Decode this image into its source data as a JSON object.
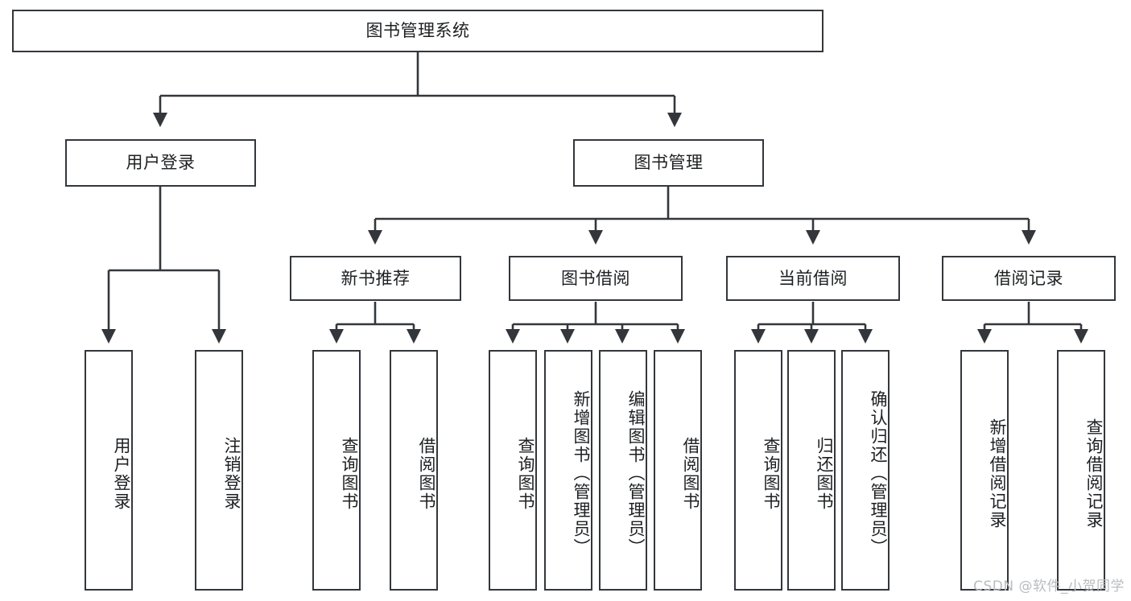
{
  "diagram": {
    "type": "tree-hierarchy",
    "title_node": {
      "label": "图书管理系统"
    },
    "level2": [
      {
        "id": "user-login",
        "label": "用户登录"
      },
      {
        "id": "book-manage",
        "label": "图书管理"
      }
    ],
    "level3": [
      {
        "id": "new-book-recommend",
        "label": "新书推荐",
        "parent": "book-manage"
      },
      {
        "id": "book-borrow",
        "label": "图书借阅",
        "parent": "book-manage"
      },
      {
        "id": "current-borrow",
        "label": "当前借阅",
        "parent": "book-manage"
      },
      {
        "id": "borrow-record",
        "label": "借阅记录",
        "parent": "book-manage"
      }
    ],
    "leaves": {
      "user_login": [
        {
          "id": "leaf-user-login",
          "label": "用户登录"
        },
        {
          "id": "leaf-logout-login",
          "label": "注销登录"
        }
      ],
      "new_book_recommend": [
        {
          "id": "leaf-query-book-1",
          "label": "查询图书"
        },
        {
          "id": "leaf-borrow-book-1",
          "label": "借阅图书"
        }
      ],
      "book_borrow": [
        {
          "id": "leaf-query-book-2",
          "label": "查询图书"
        },
        {
          "id": "leaf-add-book",
          "label": "新增图书（管理员）"
        },
        {
          "id": "leaf-edit-book",
          "label": "编辑图书（管理员）"
        },
        {
          "id": "leaf-borrow-book-2",
          "label": "借阅图书"
        }
      ],
      "current_borrow": [
        {
          "id": "leaf-query-book-3",
          "label": "查询图书"
        },
        {
          "id": "leaf-return-book",
          "label": "归还图书"
        },
        {
          "id": "leaf-confirm-return",
          "label": "确认归还（管理员）"
        }
      ],
      "borrow_record": [
        {
          "id": "leaf-add-borrow-record",
          "label": "新增借阅记录"
        },
        {
          "id": "leaf-query-borrow-record",
          "label": "查询借阅记录"
        }
      ]
    },
    "watermark": "CSDN @软件_小贺同学",
    "colors": {
      "stroke": "#33373b",
      "fill": "#ffffff",
      "text": "#1d1f21",
      "watermark": "#b9bcc0"
    }
  }
}
